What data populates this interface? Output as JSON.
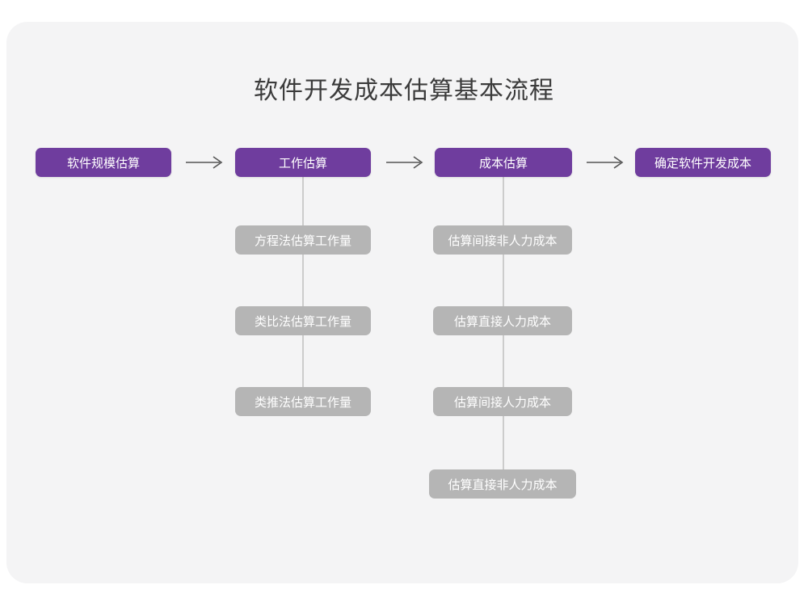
{
  "page": {
    "background_color": "#ffffff",
    "card_color": "#f4f4f5",
    "accent_color": "#6f3d9e",
    "secondary_color": "#b5b5b5",
    "connector_color": "#cccccc",
    "arrow_color": "#555555",
    "title": "软件开发成本估算基本流程"
  },
  "flow": {
    "main_steps": [
      {
        "label": "软件规模估算"
      },
      {
        "label": "工作估算"
      },
      {
        "label": "成本估算"
      },
      {
        "label": "确定软件开发成本"
      }
    ],
    "arrows": [
      {
        "glyph": "→"
      },
      {
        "glyph": "→"
      },
      {
        "glyph": "→"
      }
    ],
    "branch_work": {
      "parent": "工作估算",
      "items": [
        {
          "label": "方程法估算工作量"
        },
        {
          "label": "类比法估算工作量"
        },
        {
          "label": "类推法估算工作量"
        }
      ]
    },
    "branch_cost": {
      "parent": "成本估算",
      "items": [
        {
          "label": "估算间接非人力成本"
        },
        {
          "label": "估算直接人力成本"
        },
        {
          "label": "估算间接人力成本"
        },
        {
          "label": "估算直接非人力成本"
        }
      ]
    }
  }
}
